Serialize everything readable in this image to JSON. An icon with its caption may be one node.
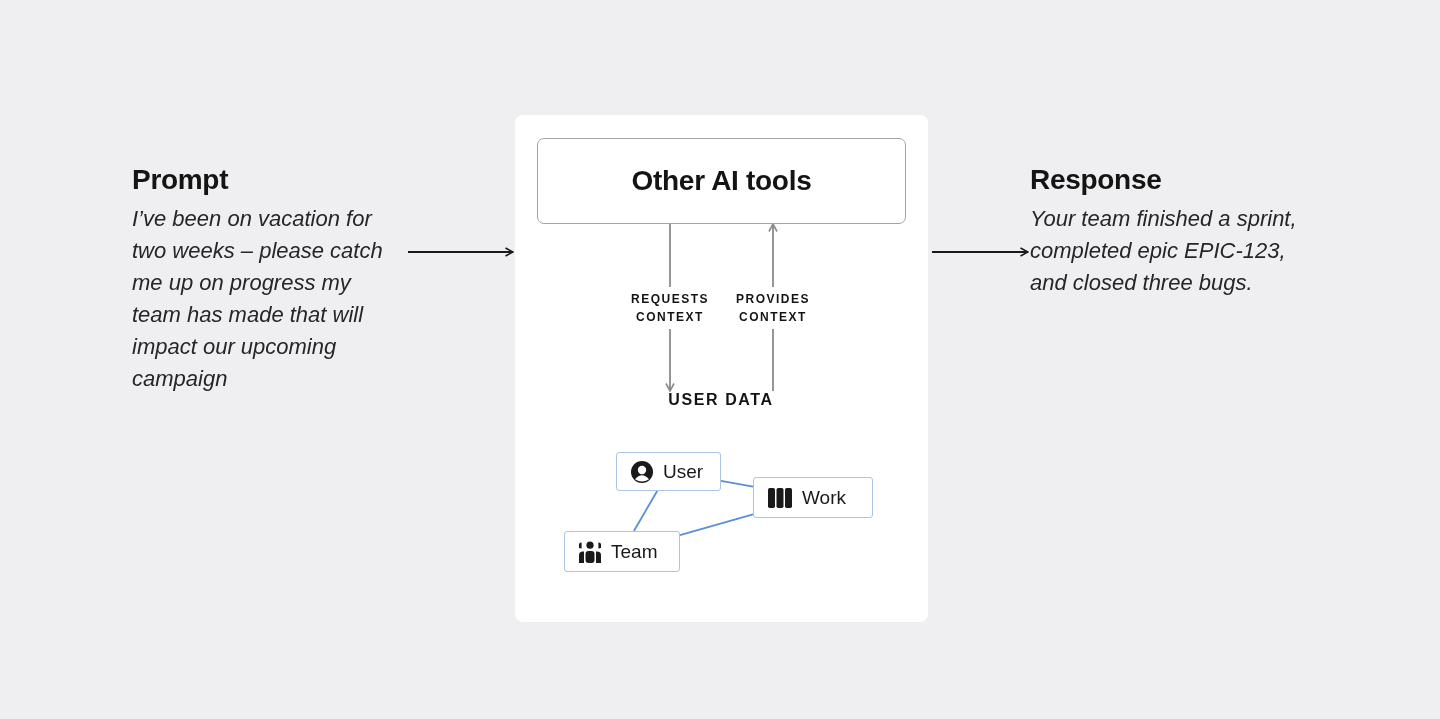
{
  "diagram": {
    "nodes": [
      {
        "text": [
          "Prompt",
          "I’ve been on vacation for two weeks – please catch me up on progress my team has made that will impact our upcoming campaign"
        ]
      },
      {
        "text": [],
        "shape": "box"
      },
      {
        "text": [
          "Other AI tools"
        ],
        "in": 1
      },
      {
        "text": [
          "USER DATA"
        ],
        "in": 1
      },
      {
        "text": [
          "User"
        ],
        "in": 1
      },
      {
        "text": [
          "Work"
        ],
        "in": 1
      },
      {
        "text": [
          "Team"
        ],
        "in": 1
      },
      {
        "text": [
          "Response",
          "Your team finished a sprint, completed epic EPIC-123, and closed three bugs."
        ]
      }
    ],
    "edges": [
      {
        "from": 0,
        "to": 1,
        "arrow": "to",
        "color": "#1a1a1a"
      },
      {
        "from": 2,
        "to": 3,
        "arrow": "to",
        "label": "REQUESTS CONTEXT",
        "color": "#8a8a8a"
      },
      {
        "from": 3,
        "to": 2,
        "arrow": "to",
        "label": "PROVIDES CONTEXT",
        "color": "#8a8a8a"
      },
      {
        "from": 4,
        "to": 5,
        "arrow": "none",
        "color": "#5b8fd3"
      },
      {
        "from": 4,
        "to": 6,
        "arrow": "none",
        "color": "#5b8fd3"
      },
      {
        "from": 6,
        "to": 5,
        "arrow": "none",
        "color": "#5b8fd3"
      },
      {
        "from": 1,
        "to": 7,
        "arrow": "to",
        "color": "#1a1a1a"
      }
    ]
  }
}
